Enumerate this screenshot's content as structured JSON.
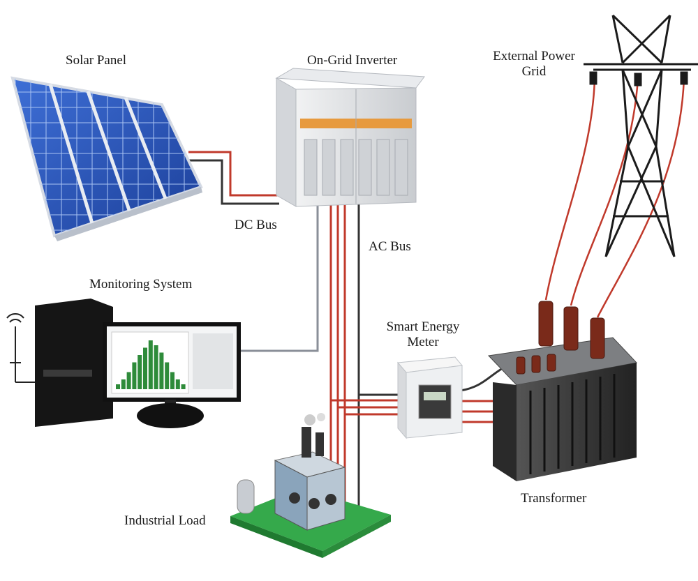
{
  "labels": {
    "solar_panel": "Solar Panel",
    "inverter": "On-Grid Inverter",
    "external_grid_line1": "External Power",
    "external_grid_line2": "Grid",
    "dc_bus": "DC Bus",
    "ac_bus": "AC Bus",
    "monitoring": "Monitoring System",
    "meter_line1": "Smart Energy",
    "meter_line2": "Meter",
    "load": "Industrial Load",
    "transformer": "Transformer"
  },
  "colors": {
    "wire_red": "#c0392b",
    "wire_dark": "#333333",
    "wire_gray": "#8a8f98",
    "panel_blue": "#2a55b8",
    "bar_green": "#2e8b3a"
  },
  "monitor_chart_bars": [
    0.1,
    0.2,
    0.35,
    0.55,
    0.7,
    0.85,
    1.0,
    0.9,
    0.75,
    0.55,
    0.35,
    0.2,
    0.1
  ]
}
